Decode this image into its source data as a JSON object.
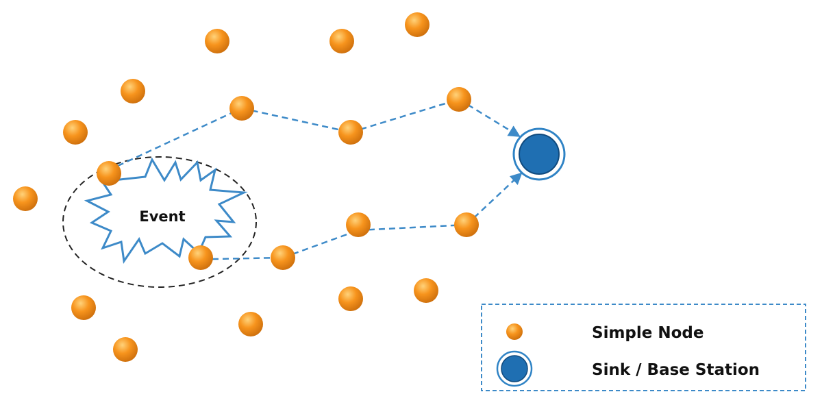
{
  "colors": {
    "node_fill": "#f7941d",
    "node_highlight": "#ffd27a",
    "node_edge": "#c96b0a",
    "sink_fill": "#1f6fb2",
    "sink_ring": "#2f83c5",
    "path_line": "#3d8ac8",
    "event_stroke": "#3d8ac8",
    "region_stroke": "#222222",
    "legend_border": "#3d8ac8"
  },
  "event": {
    "label": "Event"
  },
  "legend": {
    "simple_node_label": "Simple Node",
    "sink_label": "Sink / Base Station"
  }
}
